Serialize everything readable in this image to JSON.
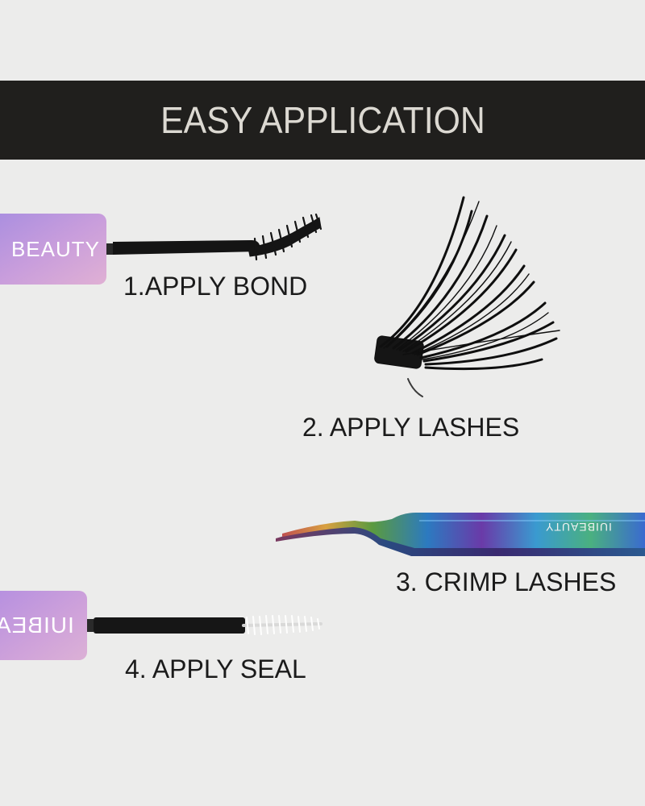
{
  "banner": {
    "title": "EASY APPLICATION"
  },
  "steps": [
    {
      "label": "1.APPLY BOND"
    },
    {
      "label": "2. APPLY LASHES"
    },
    {
      "label": "3. CRIMP LASHES"
    },
    {
      "label": "4. APPLY SEAL"
    }
  ],
  "products": {
    "bond_tube_text": "BEAUTY",
    "tweezer_text": "IUIBEAUTY",
    "seal_tube_text": "IUIBEA"
  },
  "colors": {
    "background": "#ececeb",
    "banner": "#201f1d",
    "banner_text": "#dcd9d2",
    "tube_purple": "#b78ad6",
    "tube_pink": "#d9a6d6"
  }
}
